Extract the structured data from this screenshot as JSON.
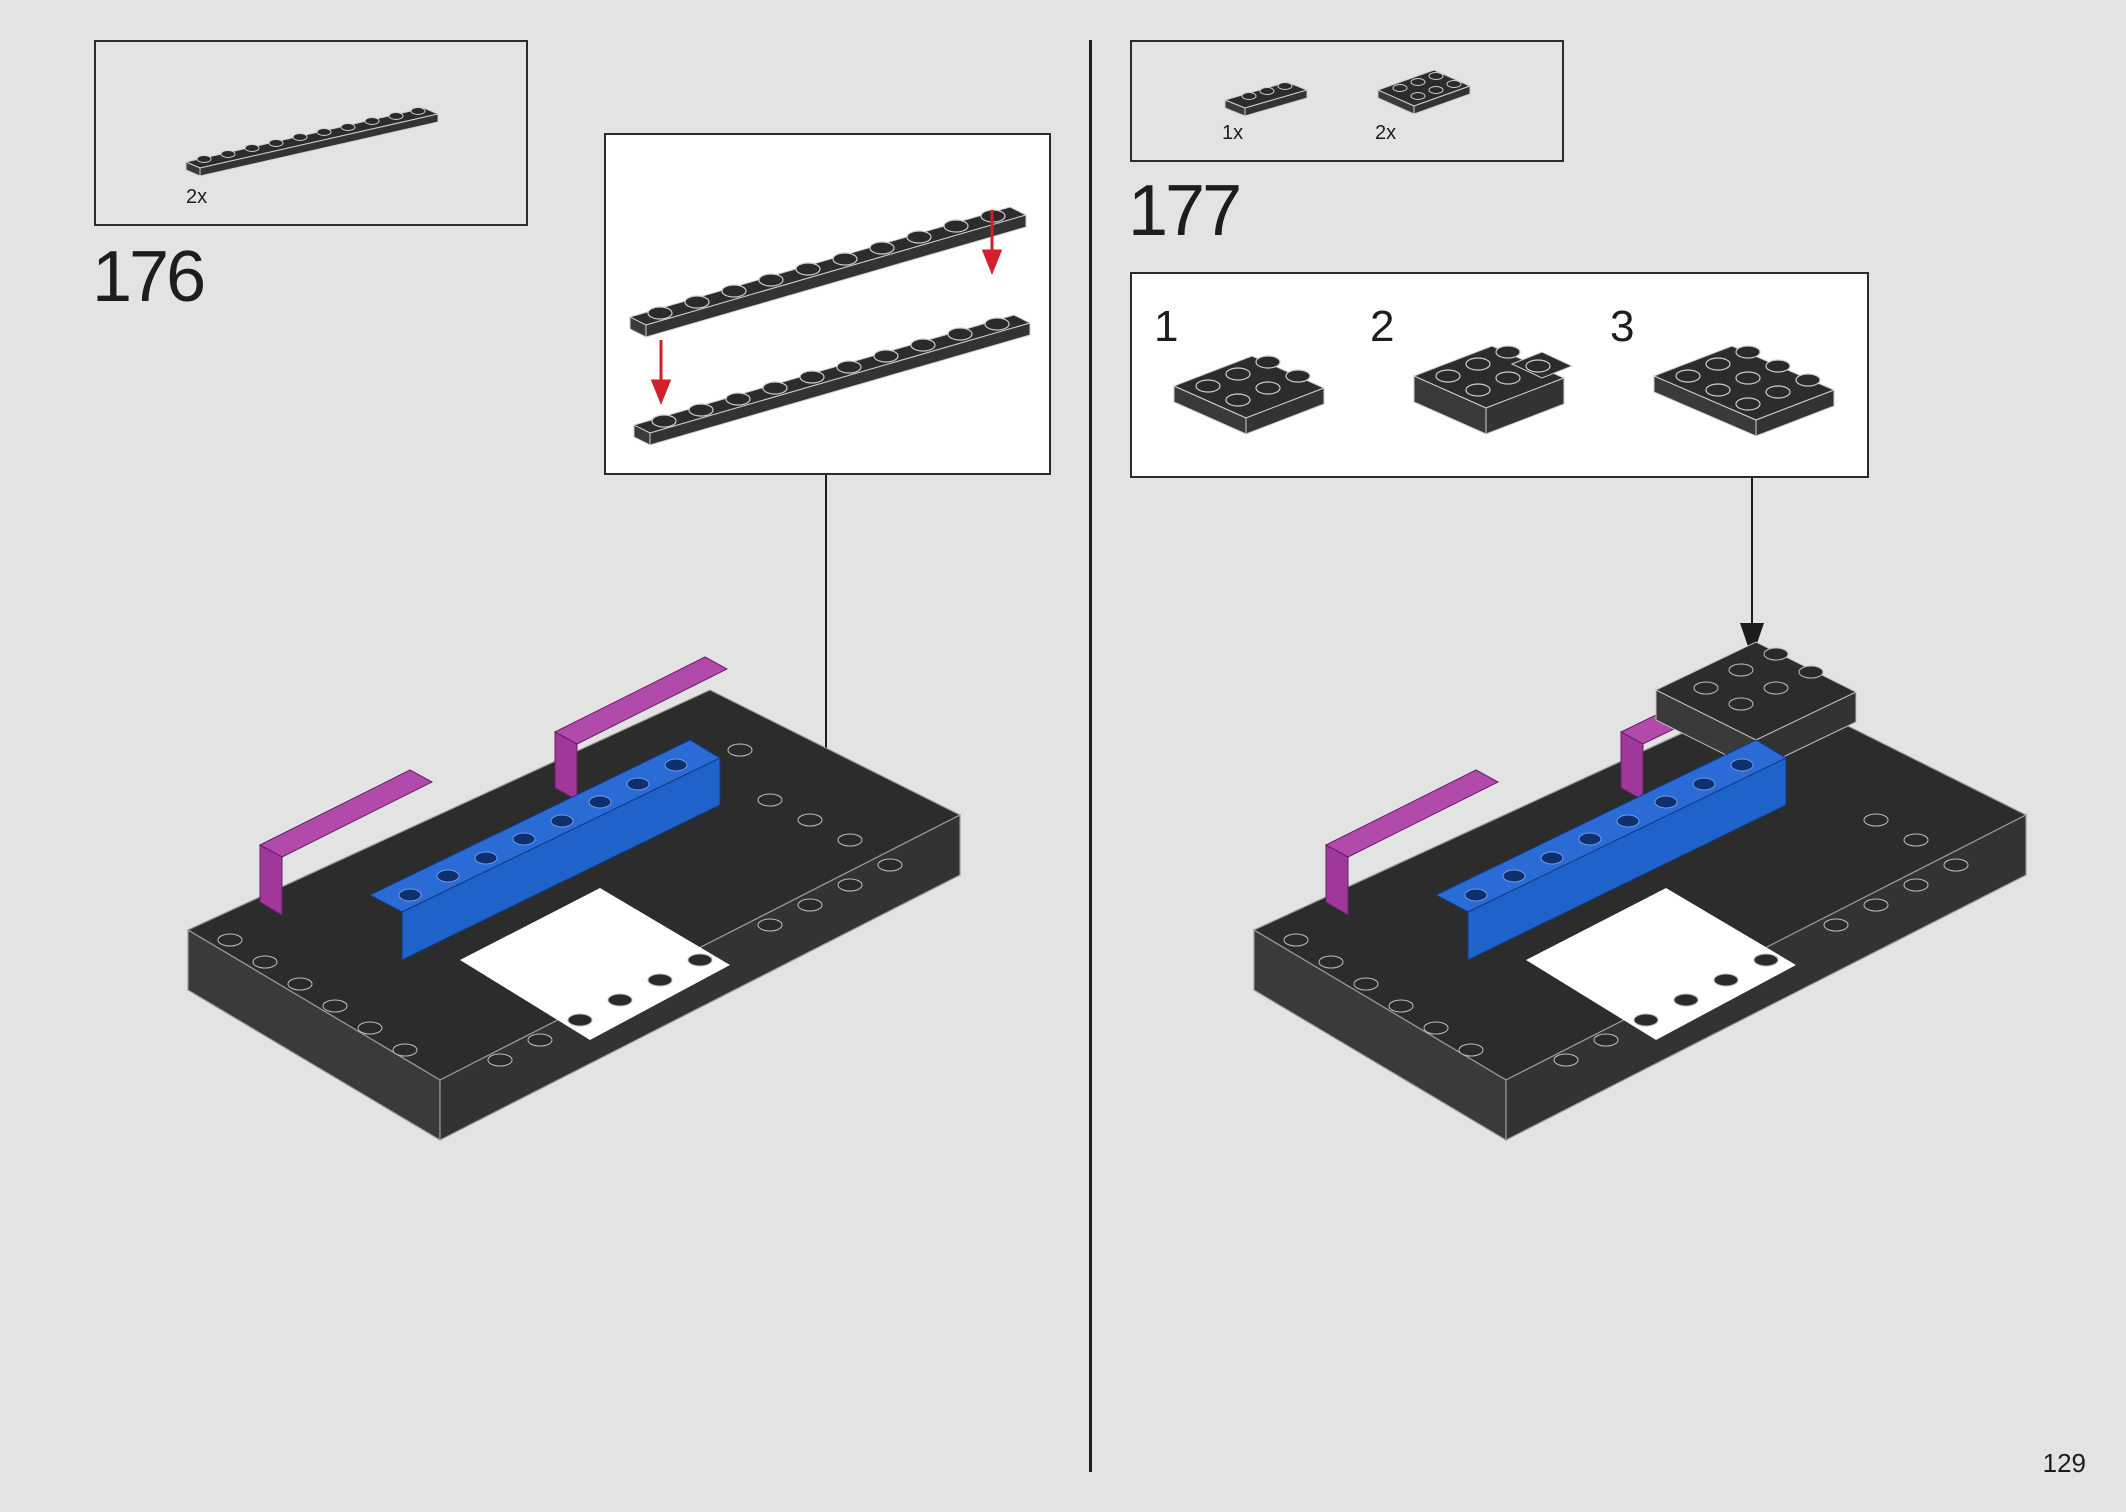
{
  "page": {
    "page_number": "129"
  },
  "steps": [
    {
      "number": "176",
      "parts": [
        {
          "quantity": "2x",
          "part": "1x10 dark stone grey plate"
        }
      ],
      "callout": {
        "action": "stack two 1x10 plates"
      }
    },
    {
      "number": "177",
      "parts": [
        {
          "quantity": "1x",
          "part": "1x3 dark stone grey plate"
        },
        {
          "quantity": "2x",
          "part": "2x3 dark stone grey plate"
        }
      ],
      "substeps": [
        {
          "label": "1"
        },
        {
          "label": "2"
        },
        {
          "label": "3"
        }
      ]
    }
  ],
  "colors": {
    "brick_dark": "#3a3a3a",
    "brick_top": "#2c2c2c",
    "brick_blue": "#1f62c9",
    "brick_magenta": "#a0379a",
    "arrow_red": "#d21f2a",
    "background": "#e3e3e3"
  },
  "icons": {
    "assembly_arrow": "arrow-down-icon",
    "stack_arrow": "red-arrow-down-icon"
  }
}
